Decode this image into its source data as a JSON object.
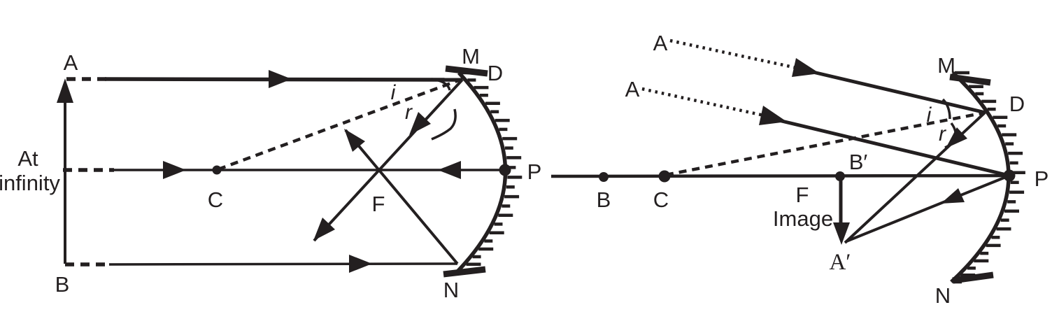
{
  "colors": {
    "ink": "#231f20",
    "background": "#ffffff"
  },
  "left_diagram": {
    "labels": {
      "object_top": "A",
      "object_bottom": "B",
      "object_distance_line1": "At",
      "object_distance_line2": "infinity",
      "centre_of_curvature": "C",
      "principal_focus": "F",
      "incidence_angle": "i",
      "reflection_angle": "r",
      "mirror_top": "M",
      "incidence_point": "D",
      "pole": "P",
      "mirror_bottom": "N"
    }
  },
  "right_diagram": {
    "labels": {
      "object_ray_1": "A",
      "object_ray_2": "A",
      "object_foot": "B",
      "centre_of_curvature": "C",
      "image_foot": "B′",
      "principal_focus": "F",
      "image_caption": "Image",
      "image_tip": "A′",
      "incidence_angle": "i",
      "reflection_angle": "r",
      "mirror_top": "M",
      "incidence_point": "D",
      "pole": "P",
      "mirror_bottom": "N"
    }
  }
}
